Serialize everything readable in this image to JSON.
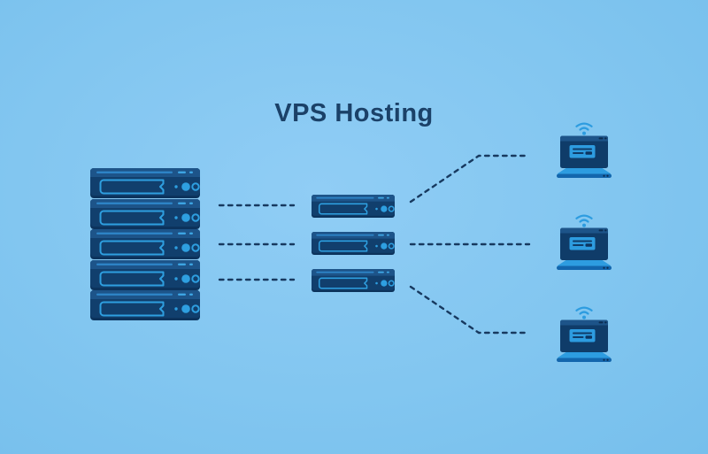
{
  "title": "VPS Hosting",
  "diagram": {
    "rack": {
      "name": "physical-server-rack",
      "unit_count": 5
    },
    "vps": {
      "name": "vps-server-instances",
      "count": 3
    },
    "clients": {
      "name": "client-laptops",
      "count": 3
    },
    "icons": [
      "server-icon",
      "wifi-icon",
      "laptop-icon"
    ],
    "colors": {
      "background_center": "#90cdf5",
      "background_edge": "#76bfec",
      "server_body": "#113f6d",
      "server_top_strip": "#1d5489",
      "server_shadow": "#0c335c",
      "accent_bright_blue": "#2d9ce0",
      "connector_line": "#17395f",
      "title_text": "#1b4168",
      "laptop_base_bar": "#1366ad"
    }
  }
}
